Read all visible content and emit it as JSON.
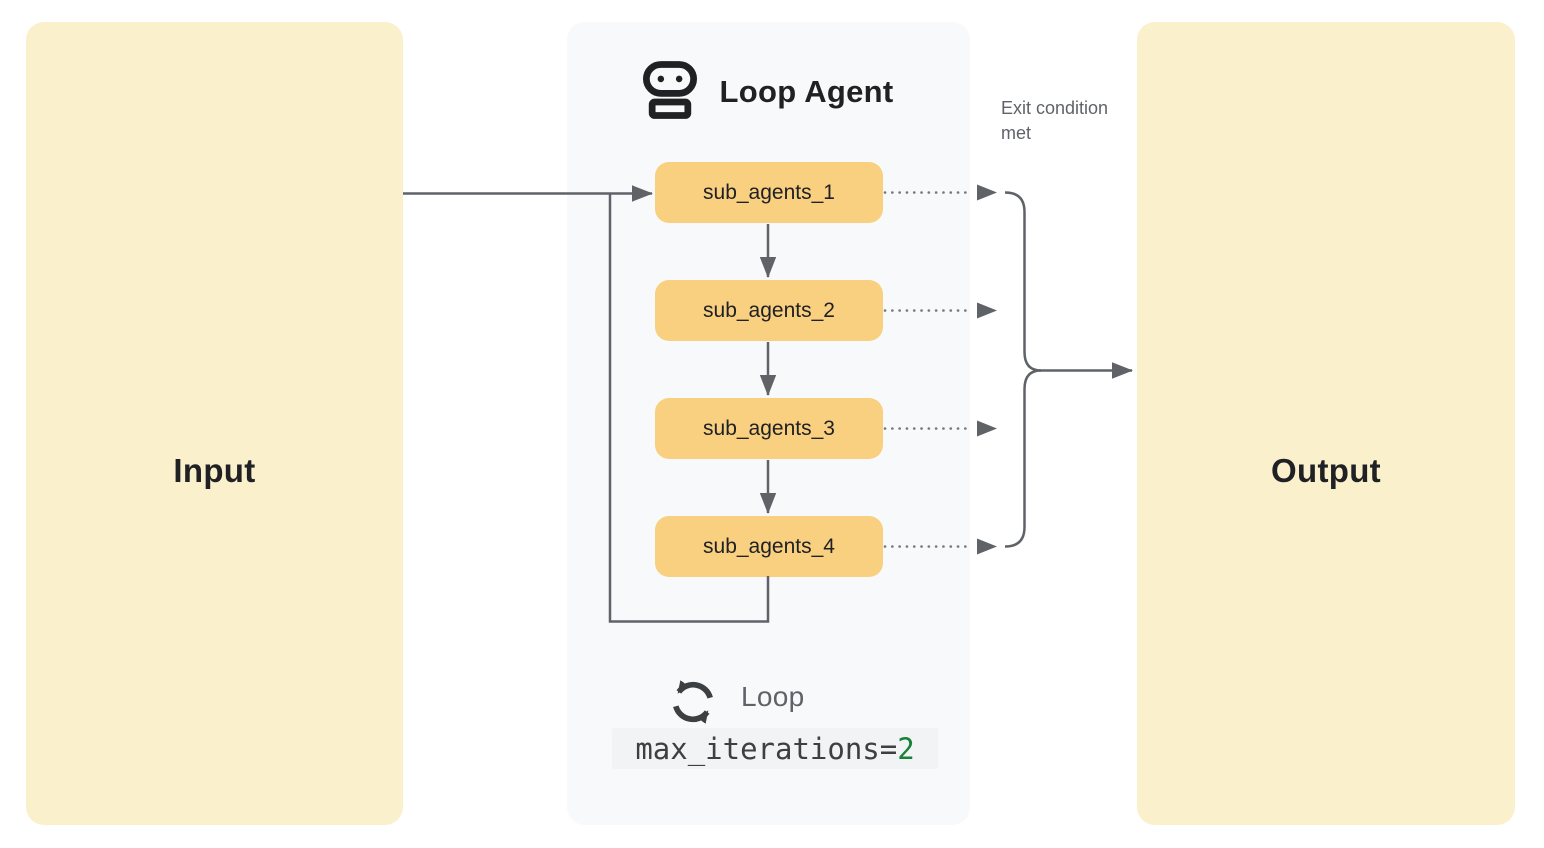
{
  "diagram": {
    "input": {
      "label": "Input"
    },
    "output": {
      "label": "Output"
    },
    "loop_agent": {
      "title": "Loop Agent",
      "icon": "robot-icon",
      "sub_agents": [
        "sub_agents_1",
        "sub_agents_2",
        "sub_agents_3",
        "sub_agents_4"
      ],
      "loop": {
        "icon": "loop-sync-icon",
        "label": "Loop",
        "code_text": "max_iterations=",
        "code_value": "2"
      }
    },
    "exit_condition": {
      "label": "Exit condition met"
    },
    "colors": {
      "page_bg": "#FFFFFF",
      "io_panel_bg": "#FAF0CB",
      "agent_panel_bg": "#F8F9FA",
      "sub_agent_bg": "#F9CF80",
      "line_gray": "#5F6368",
      "dot_gray": "#74797E",
      "text_dark": "#202124",
      "text_gray": "#5F6368",
      "code_bg": "#F1F3F4",
      "code_text": "#3C4043",
      "code_value_green": "#188038"
    }
  }
}
